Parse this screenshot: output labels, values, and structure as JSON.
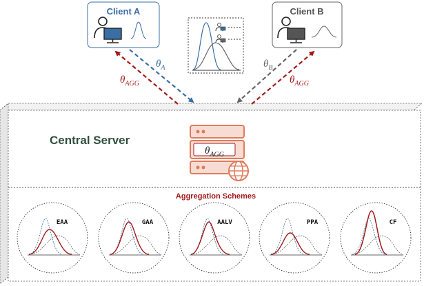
{
  "clients": {
    "a": {
      "label": "Client A",
      "param": "θ",
      "param_sub": "A"
    },
    "b": {
      "label": "Client B",
      "param": "θ",
      "param_sub": "B"
    }
  },
  "aggregate": {
    "param": "θ",
    "param_sub": "AGG"
  },
  "server": {
    "title": "Central Server"
  },
  "schemes": {
    "title": "Aggregation Schemes",
    "items": [
      {
        "label": "EAA"
      },
      {
        "label": "GAA"
      },
      {
        "label": "AALV"
      },
      {
        "label": "PPA"
      },
      {
        "label": "CF"
      }
    ]
  },
  "colors": {
    "client_a_blue": "#3b6ea5",
    "aggregate_red": "#a11a1a",
    "client_b_gray": "#666666",
    "server_title_green": "#2f4f3f",
    "server_icon_orange": "#e07b5a",
    "server_icon_fill": "#f7dcd3"
  },
  "icons": {
    "client_a": "user-computer-icon",
    "client_b": "user-computer-icon",
    "server": "server-globe-icon"
  }
}
